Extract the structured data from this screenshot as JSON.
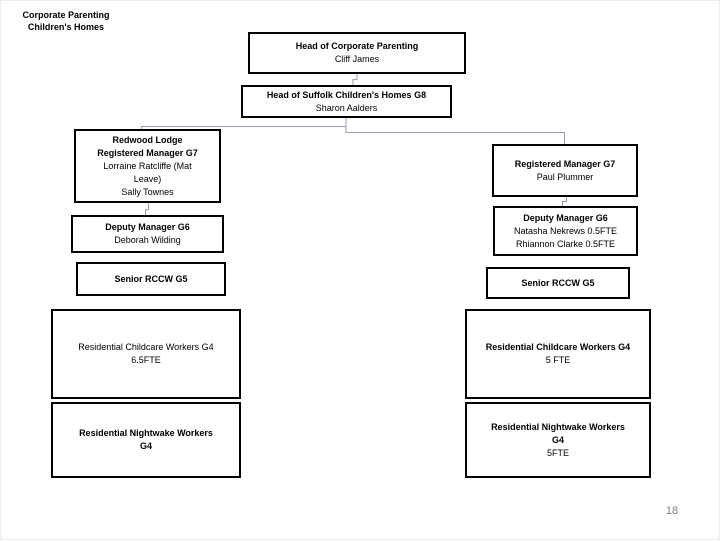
{
  "page": {
    "title_line1": "Corporate Parenting",
    "title_line2": "Children's Homes",
    "page_number": "18"
  },
  "colors": {
    "box_border": "#000000",
    "connector": "#95a0ae",
    "page_number": "#7f7f7f"
  },
  "boxes": {
    "head_corporate": {
      "lines": [
        "Head of Corporate Parenting",
        "Cliff James"
      ]
    },
    "head_suffolk": {
      "lines": [
        "Head of Suffolk Children's Homes G8",
        "Sharon Aalders"
      ]
    },
    "redwood_manager": {
      "lines": [
        "Redwood Lodge",
        "Registered Manager G7",
        "Lorraine Ratcliffe (Mat",
        "Leave)",
        "Sally Townes"
      ]
    },
    "registered_manager_right": {
      "lines": [
        "Registered Manager G7",
        "Paul Plummer"
      ]
    },
    "deputy_left": {
      "lines": [
        "Deputy Manager G6",
        "Deborah Wilding"
      ]
    },
    "deputy_right": {
      "lines": [
        "Deputy Manager G6",
        "Natasha Nekrews 0.5FTE",
        "Rhiannon Clarke 0.5FTE"
      ]
    },
    "senior_left": {
      "lines": [
        "Senior RCCW G5"
      ]
    },
    "senior_right": {
      "lines": [
        "Senior RCCW G5"
      ]
    },
    "childcare_left": {
      "lines": [
        "Residential Childcare Workers G4",
        "6.5FTE"
      ]
    },
    "nightwake_left": {
      "lines": [
        "Residential Nightwake Workers",
        "G4"
      ]
    },
    "childcare_right": {
      "lines": [
        "Residential Childcare Workers G4",
        "5 FTE"
      ]
    },
    "nightwake_right": {
      "lines": [
        "Residential Nightwake Workers",
        "G4",
        "5FTE"
      ]
    }
  }
}
